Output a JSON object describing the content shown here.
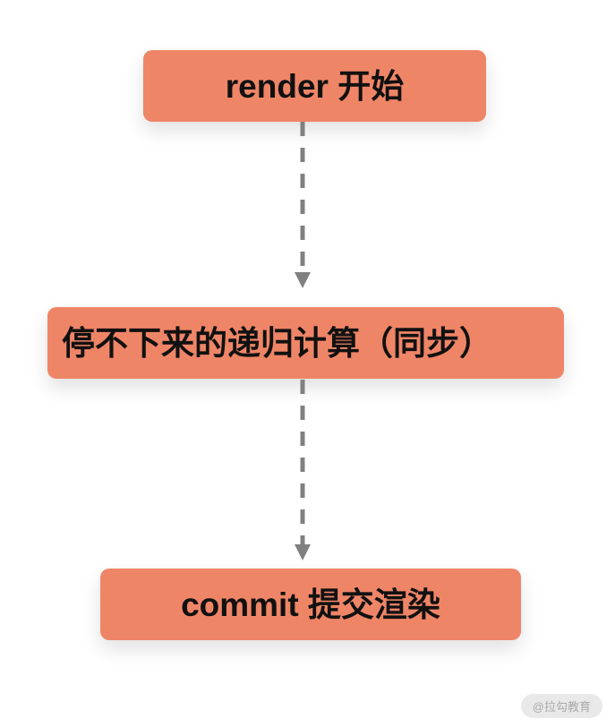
{
  "diagram": {
    "steps": [
      {
        "label": "render 开始"
      },
      {
        "label": "停不下来的递归计算（同步）"
      },
      {
        "label": "commit 提交渲染"
      }
    ],
    "connectors": [
      {
        "style": "dashed",
        "direction": "down"
      },
      {
        "style": "dashed",
        "direction": "down"
      }
    ],
    "colors": {
      "box": "#ef8567",
      "connector": "#808080",
      "text": "#111111"
    }
  },
  "watermark": {
    "text": "@拉勾教育"
  }
}
